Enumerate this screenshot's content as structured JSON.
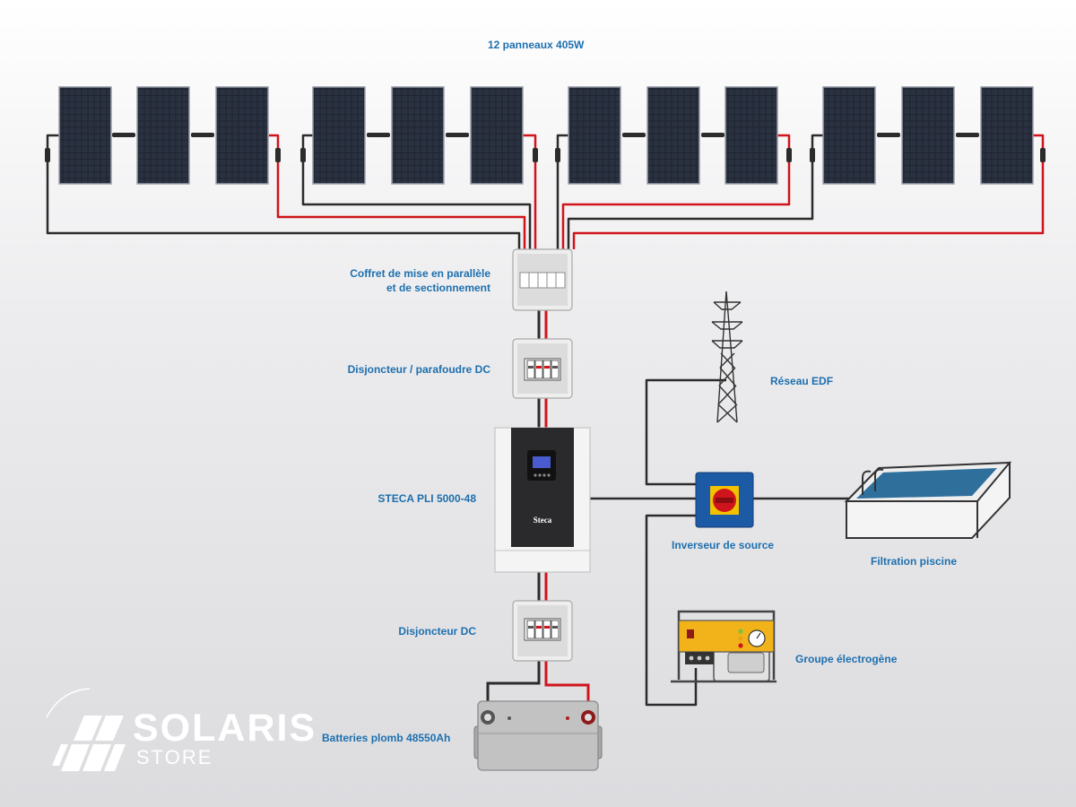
{
  "labels": {
    "panels": "12 panneaux 405W",
    "combiner_line1": "Coffret de mise en parallèle",
    "combiner_line2": "et de sectionnement",
    "dc_breaker_surge": "Disjoncteur / parafoudre DC",
    "inverter": "STECA PLI 5000-48",
    "dc_breaker": "Disjoncteur DC",
    "batteries": "Batteries plomb 48550Ah",
    "grid": "Réseau EDF",
    "source_switch": "Inverseur de source",
    "pool_filtration": "Filtration piscine",
    "generator": "Groupe électrogène"
  },
  "inverter_brand": "Steca",
  "logo": {
    "name": "SOLARIS",
    "sub": "STORE"
  },
  "colors": {
    "label": "#1d6fae",
    "wire_positive": "#d0141c",
    "wire_negative": "#2b2b2b",
    "panel": "#1f2430",
    "switch_box": "#1d5aa6",
    "pool_water": "#2f6f9c",
    "generator": "#f2b31a"
  },
  "icons": [
    "solar-panel-icon",
    "pylon-icon",
    "pool-icon",
    "generator-icon",
    "battery-icon",
    "logo-panel-icon"
  ]
}
